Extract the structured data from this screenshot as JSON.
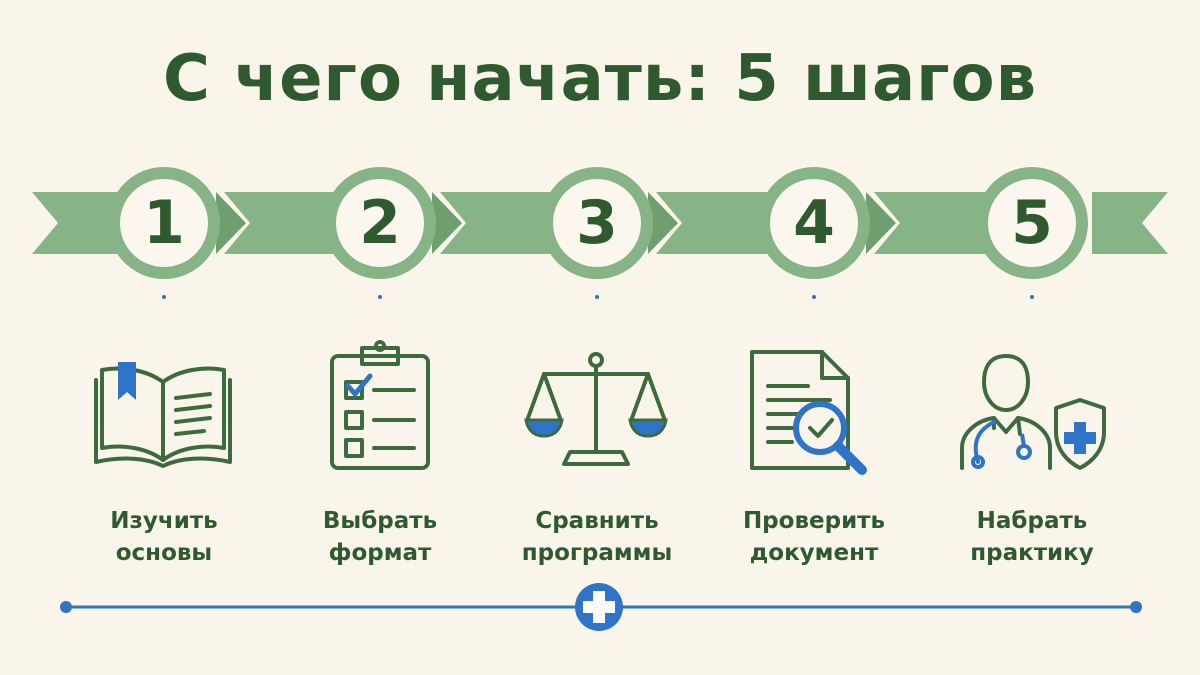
{
  "title": "С чего начать: 5 шагов",
  "colors": {
    "background": "#faf5ea",
    "dark_green": "#2f5a2f",
    "ribbon_green": "#87b487",
    "accent_blue": "#2f74c8"
  },
  "steps": [
    {
      "number": "1",
      "line1": "Изучить",
      "line2": "основы",
      "icon": "open-book-icon"
    },
    {
      "number": "2",
      "line1": "Выбрать",
      "line2": "формат",
      "icon": "clipboard-checklist-icon"
    },
    {
      "number": "3",
      "line1": "Сравнить",
      "line2": "программы",
      "icon": "balance-scale-icon"
    },
    {
      "number": "4",
      "line1": "Проверить",
      "line2": "документ",
      "icon": "document-magnifier-icon"
    },
    {
      "number": "5",
      "line1": "Набрать",
      "line2": "практику",
      "icon": "doctor-shield-icon"
    }
  ],
  "footer_icon": "medical-cross-icon"
}
